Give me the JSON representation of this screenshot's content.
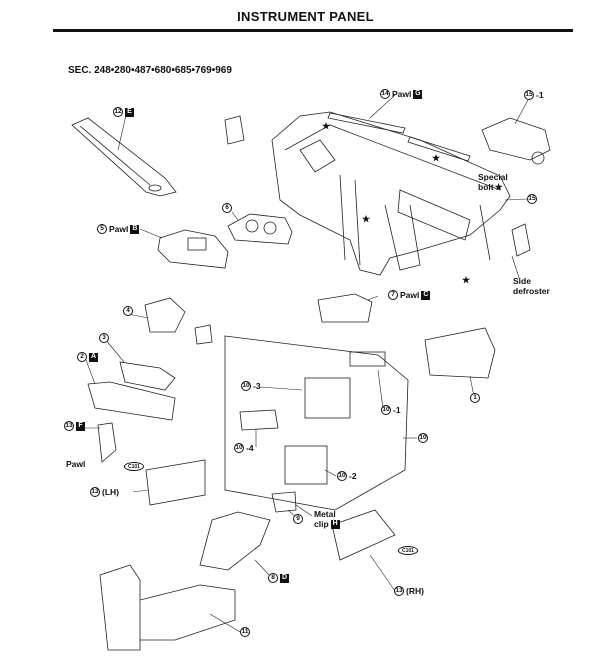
{
  "header": {
    "title": "INSTRUMENT PANEL",
    "section": "SEC. 248•280•487•680•685•769•969"
  },
  "callouts": [
    {
      "id": "12",
      "suffix": "",
      "tag": "E",
      "text": ""
    },
    {
      "id": "14",
      "suffix": "",
      "tag": "G",
      "text": "Pawl"
    },
    {
      "id": "15",
      "suffix": "-1",
      "tag": "",
      "text": ""
    },
    {
      "id": "15",
      "suffix": "",
      "tag": "",
      "text": ""
    },
    {
      "id": "6",
      "suffix": "",
      "tag": "",
      "text": ""
    },
    {
      "id": "5",
      "suffix": "",
      "tag": "B",
      "text": "Pawl"
    },
    {
      "id": "7",
      "suffix": "",
      "tag": "C",
      "text": "Pawl"
    },
    {
      "id": "4",
      "suffix": "",
      "tag": "",
      "text": ""
    },
    {
      "id": "3",
      "suffix": "",
      "tag": "",
      "text": ""
    },
    {
      "id": "2",
      "suffix": "",
      "tag": "A",
      "text": ""
    },
    {
      "id": "13",
      "suffix": "",
      "tag": "F",
      "text": ""
    },
    {
      "id": "13",
      "suffix": "(LH)",
      "tag": "",
      "text": ""
    },
    {
      "id": "10",
      "suffix": "-3",
      "tag": "",
      "text": ""
    },
    {
      "id": "10",
      "suffix": "-1",
      "tag": "",
      "text": ""
    },
    {
      "id": "10",
      "suffix": "-4",
      "tag": "",
      "text": ""
    },
    {
      "id": "10",
      "suffix": "",
      "tag": "",
      "text": ""
    },
    {
      "id": "10",
      "suffix": "-2",
      "tag": "",
      "text": ""
    },
    {
      "id": "1",
      "suffix": "",
      "tag": "",
      "text": ""
    },
    {
      "id": "9",
      "suffix": "",
      "tag": "",
      "text": ""
    },
    {
      "id": "8",
      "suffix": "",
      "tag": "D",
      "text": ""
    },
    {
      "id": "11",
      "suffix": "",
      "tag": "",
      "text": ""
    },
    {
      "id": "13",
      "suffix": "(RH)",
      "tag": "",
      "text": ""
    }
  ],
  "labels": {
    "special_bolt_1": "Special",
    "special_bolt_2": "bolt",
    "side_defroster_1": "Side",
    "side_defroster_2": "defroster",
    "pawl": "Pawl",
    "metal_clip_1": "Metal",
    "metal_clip_2": "clip",
    "metal_clip_tag": "H",
    "clip_code": "C101",
    "star": "★"
  }
}
